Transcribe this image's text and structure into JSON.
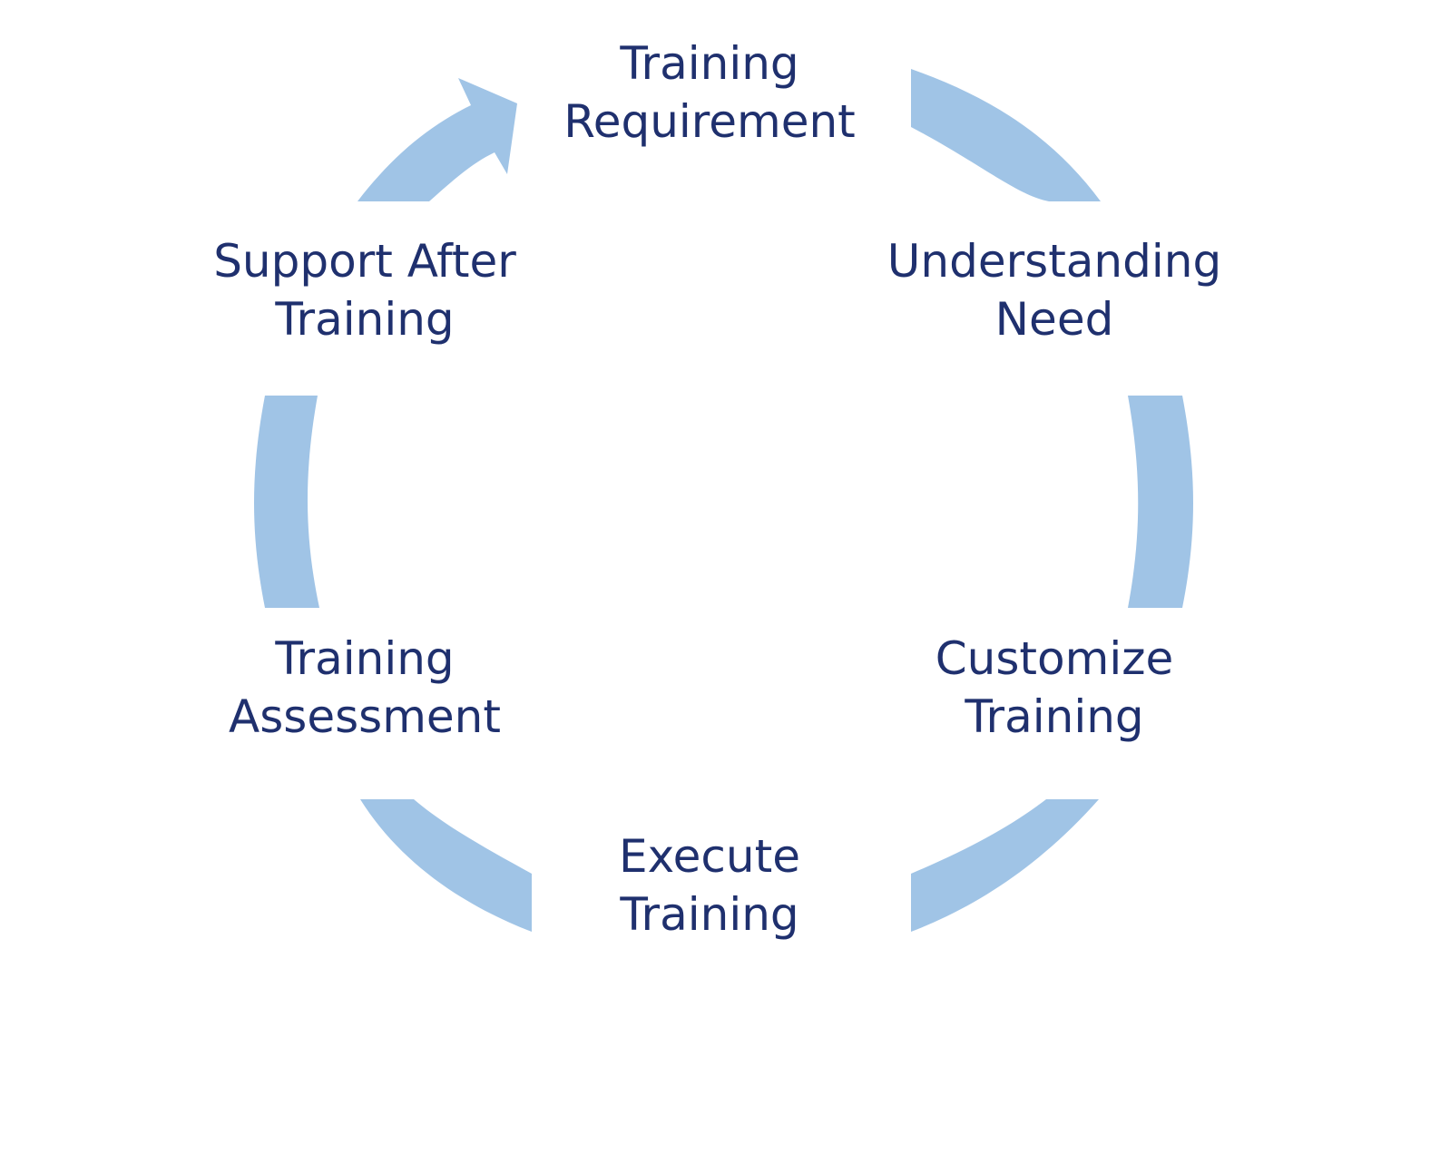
{
  "diagram": {
    "type": "cycle",
    "arc_color": "#a0c4e6",
    "text_color": "#1f306e",
    "steps": [
      {
        "line1": "Training",
        "line2": "Requirement"
      },
      {
        "line1": "Understanding",
        "line2": "Need"
      },
      {
        "line1": "Customize",
        "line2": "Training"
      },
      {
        "line1": "Execute",
        "line2": "Training"
      },
      {
        "line1": "Training",
        "line2": "Assessment"
      },
      {
        "line1": "Support After",
        "line2": "Training"
      }
    ]
  }
}
